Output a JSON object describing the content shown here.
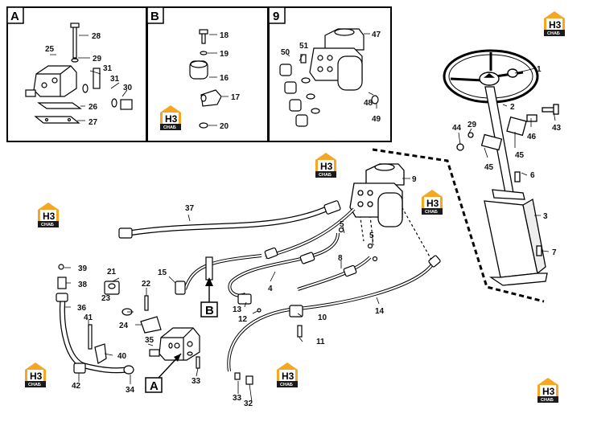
{
  "inset_labels": {
    "inset_a": "A",
    "inset_b": "B",
    "inset_9": "9",
    "callout_a": "A",
    "callout_b": "B"
  },
  "logo": {
    "letters": "H3",
    "text": "CHAБ",
    "accent_color": "#f5a623"
  },
  "part_numbers": {
    "p1": "1",
    "p2": "2",
    "p3": "3",
    "p5a": "5",
    "p5b": "5",
    "p6": "6",
    "p7": "7",
    "p8": "8",
    "p9": "9",
    "p10": "10",
    "p11": "11",
    "p12": "12",
    "p13": "13",
    "p14": "14",
    "p15": "15",
    "p16": "16",
    "p17": "17",
    "p18": "18",
    "p19": "19",
    "p20": "20",
    "p21": "21",
    "p22": "22",
    "p23": "23",
    "p24": "24",
    "p25": "25",
    "p26": "26",
    "p27": "27",
    "p28": "28",
    "p29a": "29",
    "p29b": "29",
    "p30": "30",
    "p31a": "31",
    "p31b": "31",
    "p32": "32",
    "p33a": "33",
    "p33b": "33",
    "p34": "34",
    "p35": "35",
    "p36": "36",
    "p37": "37",
    "p38": "38",
    "p39": "39",
    "p40": "40",
    "p41": "41",
    "p42": "42",
    "p43": "43",
    "p44": "44",
    "p45a": "45",
    "p45b": "45",
    "p46": "46",
    "p47": "47",
    "p48": "48",
    "p49": "49",
    "p50": "50",
    "p51": "51",
    "p4": "4"
  }
}
